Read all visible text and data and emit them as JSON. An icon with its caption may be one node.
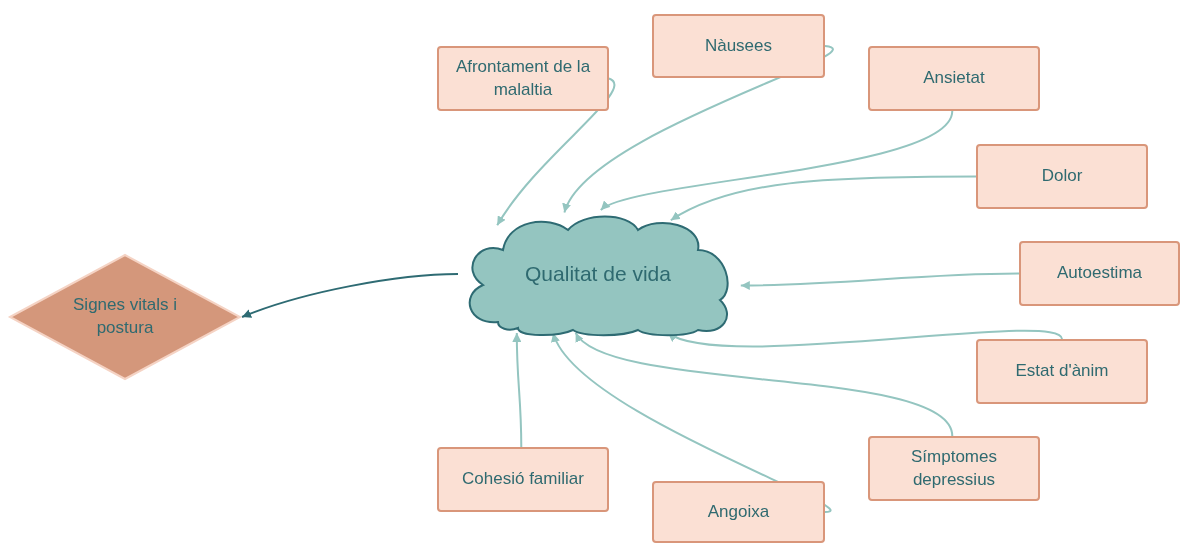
{
  "diagram": {
    "nodes": [
      {
        "text": [
          "Qualitat de vida"
        ]
      },
      {
        "text": [
          "Signes vitals i postura"
        ]
      },
      {
        "text": [
          "Afrontament de la malaltia"
        ]
      },
      {
        "text": [
          "Nàusees"
        ]
      },
      {
        "text": [
          "Ansietat"
        ]
      },
      {
        "text": [
          "Dolor"
        ]
      },
      {
        "text": [
          "Autoestima"
        ]
      },
      {
        "text": [
          "Estat d'ànim"
        ]
      },
      {
        "text": [
          "Símptomes depressius"
        ]
      },
      {
        "text": [
          "Cohesió familiar"
        ]
      },
      {
        "text": [
          "Angoixa"
        ]
      }
    ],
    "edges": [
      {
        "from": 0,
        "to": 1,
        "arrow": "to",
        "color": "#2e6b73"
      },
      {
        "from": 2,
        "to": 0,
        "arrow": "to"
      },
      {
        "from": 3,
        "to": 0,
        "arrow": "to"
      },
      {
        "from": 4,
        "to": 0,
        "arrow": "to"
      },
      {
        "from": 5,
        "to": 0,
        "arrow": "to"
      },
      {
        "from": 6,
        "to": 0,
        "arrow": "to"
      },
      {
        "from": 7,
        "to": 0,
        "arrow": "to"
      },
      {
        "from": 8,
        "to": 0,
        "arrow": "to"
      },
      {
        "from": 10,
        "to": 0,
        "arrow": "to"
      },
      {
        "from": 9,
        "to": 0,
        "arrow": "to"
      }
    ]
  }
}
